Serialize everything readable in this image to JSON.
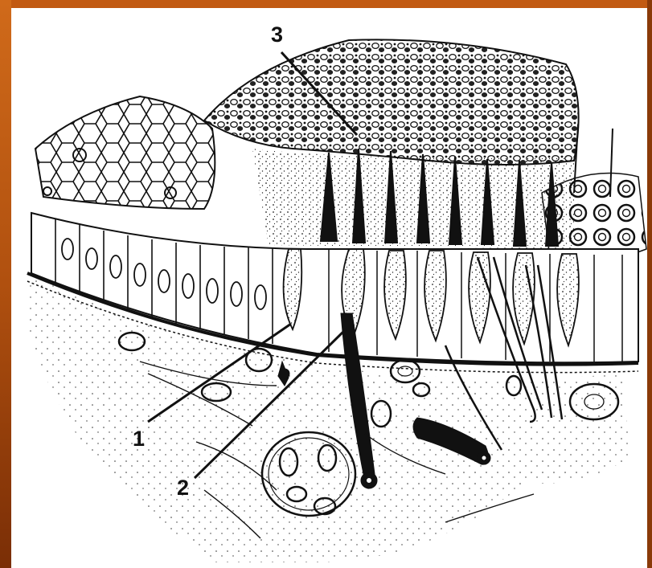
{
  "figure": {
    "labels": [
      {
        "id": "1",
        "text": "1"
      },
      {
        "id": "2",
        "text": "2"
      },
      {
        "id": "3",
        "text": "3"
      }
    ]
  },
  "colors": {
    "frame": "#b4500f",
    "paper": "#ffffff",
    "ink": "#111111"
  }
}
